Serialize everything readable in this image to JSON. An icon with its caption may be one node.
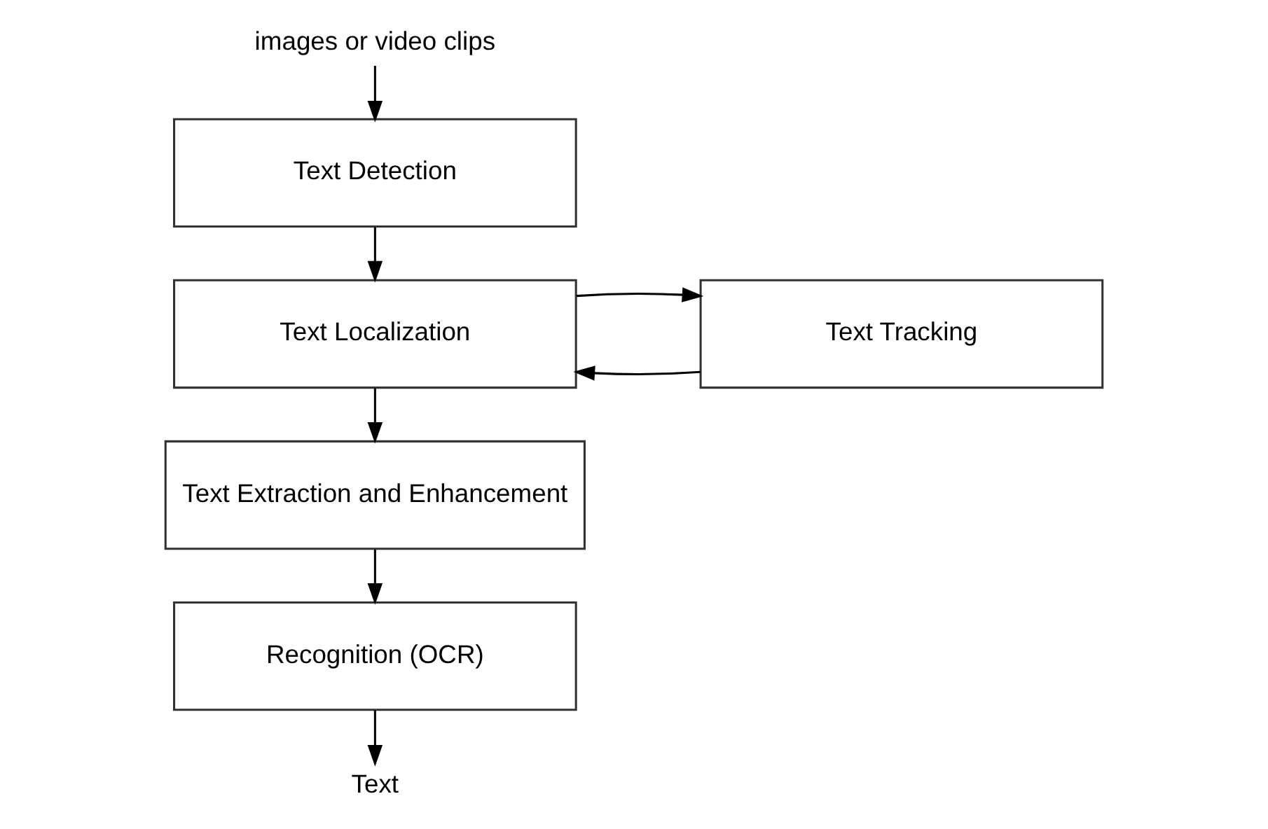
{
  "diagram": {
    "nodes": [
      {
        "text": [
          "images or video clips"
        ]
      },
      {
        "text": [
          "Text Detection"
        ]
      },
      {
        "text": [
          "Text Localization"
        ]
      },
      {
        "text": [
          "Text Tracking"
        ]
      },
      {
        "text": [
          "Text Extraction and Enhancement"
        ]
      },
      {
        "text": [
          "Recognition (OCR)"
        ]
      },
      {
        "text": [
          "Text"
        ]
      }
    ],
    "edges": [
      {
        "from": 0,
        "to": 1,
        "arrow": "to"
      },
      {
        "from": 1,
        "to": 2,
        "arrow": "to"
      },
      {
        "from": 3,
        "to": 2,
        "arrow": "to"
      },
      {
        "from": 2,
        "to": 4,
        "arrow": "to"
      },
      {
        "from": 2,
        "to": 3,
        "arrow": "to"
      },
      {
        "from": 4,
        "to": 5,
        "arrow": "to"
      },
      {
        "from": 5,
        "to": 6,
        "arrow": "to"
      }
    ]
  }
}
